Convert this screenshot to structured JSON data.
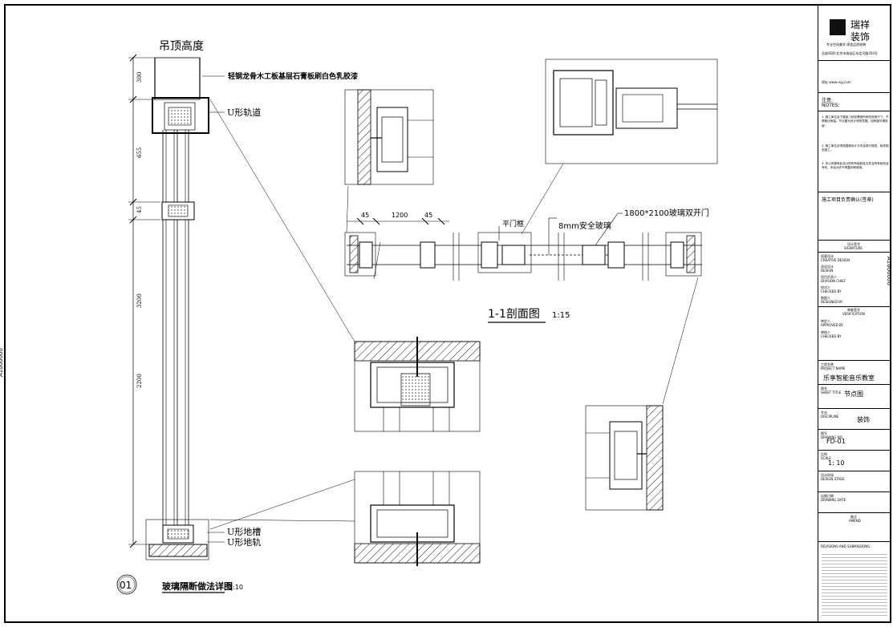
{
  "left_detail": {
    "ceiling_label": "吊顶高度",
    "top_note": "轻钢龙骨木工板基层石膏板刷白色乳胶漆",
    "u_track_label": "U形轨道",
    "bottom_labels": [
      "U形地槽",
      "U形地轨"
    ],
    "dims": [
      "300",
      "655",
      "45",
      "3200",
      "2200"
    ],
    "detail_number": "01",
    "detail_title": "玻璃隔断做法详图",
    "detail_scale": "1:10",
    "side_text": "A1000000"
  },
  "section": {
    "dim_a": "45",
    "dim_b": "1200",
    "dim_c": "45",
    "door_frame": "平门框",
    "glass": "8mm安全玻璃",
    "door": "1800*2100玻璃双开门",
    "title": "1-1剖面图",
    "scale": "1:15"
  },
  "title_block": {
    "company_cn_1": "瑞祥",
    "company_cn_2": "装饰",
    "slogan": "专业空间美学 缔造品质经典",
    "address": "总部ADD:北京市海淀区永定河路350号",
    "web": "网址:www.rxjy.com",
    "notes_title_cn": "注意:",
    "notes_title_en": "NOTES:",
    "notes": [
      "1. 施工单位及下属各工种仅需按所有的现场尺寸，不得取比例量。节点图为设计师的意图。如有疑问请查阅",
      "2. 施工单位必须按国家设计文件及现行规范，相关规范施工。",
      "3. 本公司拥有此设计的所有版权及文件及所有权利及专利，未经允许不得复印和使用。"
    ],
    "confirm": "施工项目负责确认(签章)",
    "sig_header": "设计签字",
    "sig_header_en": "SIGNATURE",
    "roles": [
      {
        "cn": "创意设计",
        "en": "CREATIVE DESIGN"
      },
      {
        "cn": "深化设计",
        "en": "DESIGN"
      },
      {
        "cn": "项目负责人",
        "en": "DIVISION CHIEF"
      },
      {
        "cn": "校对人",
        "en": "CHECKED BY"
      },
      {
        "cn": "制图人",
        "en": "DESIGNED BY"
      }
    ],
    "verify_header": "审查签字",
    "verify_header_en": "VERIFICATION",
    "verify_roles": [
      {
        "cn": "审定人",
        "en": "APPROVED BY"
      },
      {
        "cn": "审核人",
        "en": "CHECKED BY"
      }
    ],
    "project_label": "工程名称",
    "project_label_en": "PROJECT NAME",
    "project_name": "乐享智能音乐教室",
    "sheet_label": "图名",
    "sheet_label_en": "SHEET TITLE",
    "sheet_title": "节点图",
    "discipline_label": "专业",
    "discipline_label_en": "DISCIPLINE",
    "discipline": "装饰",
    "drawing_no_label": "图号",
    "drawing_no_label_en": "DRAWING NO",
    "drawing_no": "FD-01",
    "scale_label": "比例",
    "scale_label_en": "SCALE",
    "scale": "1: 10",
    "stage_label": "设计阶段",
    "stage_label_en": "DESIGN STAGE",
    "date_label": "出图日期",
    "date_label_en": "DRAWING DATE",
    "remark_label": "备注",
    "remark_label_en": "AMEND",
    "revisions": "REVISIONS AND SUBMISSIONS:"
  }
}
